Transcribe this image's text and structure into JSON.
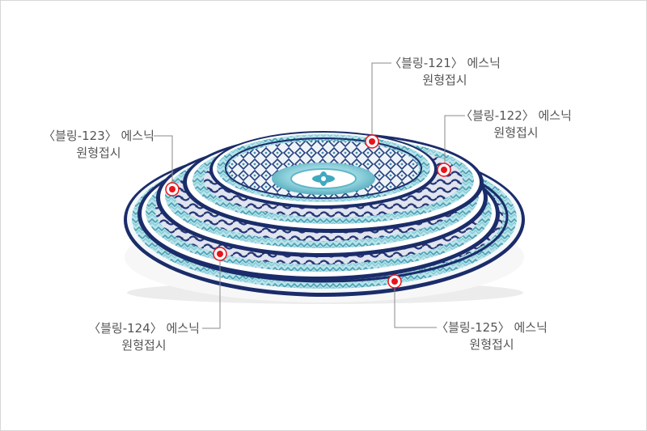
{
  "callouts": [
    {
      "id": "121",
      "line1": "〈블링-121〉 에스닉",
      "line2": "원형접시"
    },
    {
      "id": "122",
      "line1": "〈블링-122〉 에스닉",
      "line2": "원형접시"
    },
    {
      "id": "123",
      "line1": "〈블링-123〉 에스닉",
      "line2": "원형접시"
    },
    {
      "id": "124",
      "line1": "〈블링-124〉 에스닉",
      "line2": "원형접시"
    },
    {
      "id": "125",
      "line1": "〈블링-125〉 에스닉",
      "line2": "원형접시"
    }
  ],
  "colors": {
    "marker": "#e8141b",
    "leader": "#8a8a8a",
    "plate_navy": "#1f2d6b",
    "plate_teal": "#5fb7c7",
    "plate_white": "#ffffff"
  }
}
